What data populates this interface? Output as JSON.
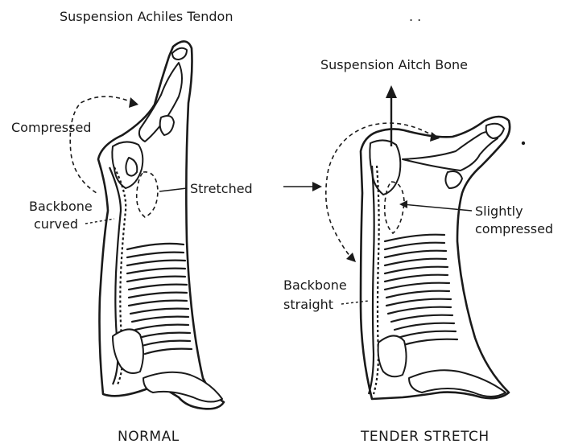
{
  "labels": {
    "suspension_achilles": "Suspension Achiles Tendon",
    "compressed": "Compressed",
    "backbone_curved_1": "Backbone",
    "backbone_curved_2": "curved",
    "stretched": "Stretched",
    "suspension_aitch": "Suspension Aitch Bone",
    "slightly_compressed_1": "Slightly",
    "slightly_compressed_2": "compressed",
    "backbone_straight_1": "Backbone",
    "backbone_straight_2": "straight",
    "dots": ". ."
  },
  "captions": {
    "normal": "NORMAL",
    "tender_stretch": "TENDER STRETCH"
  }
}
